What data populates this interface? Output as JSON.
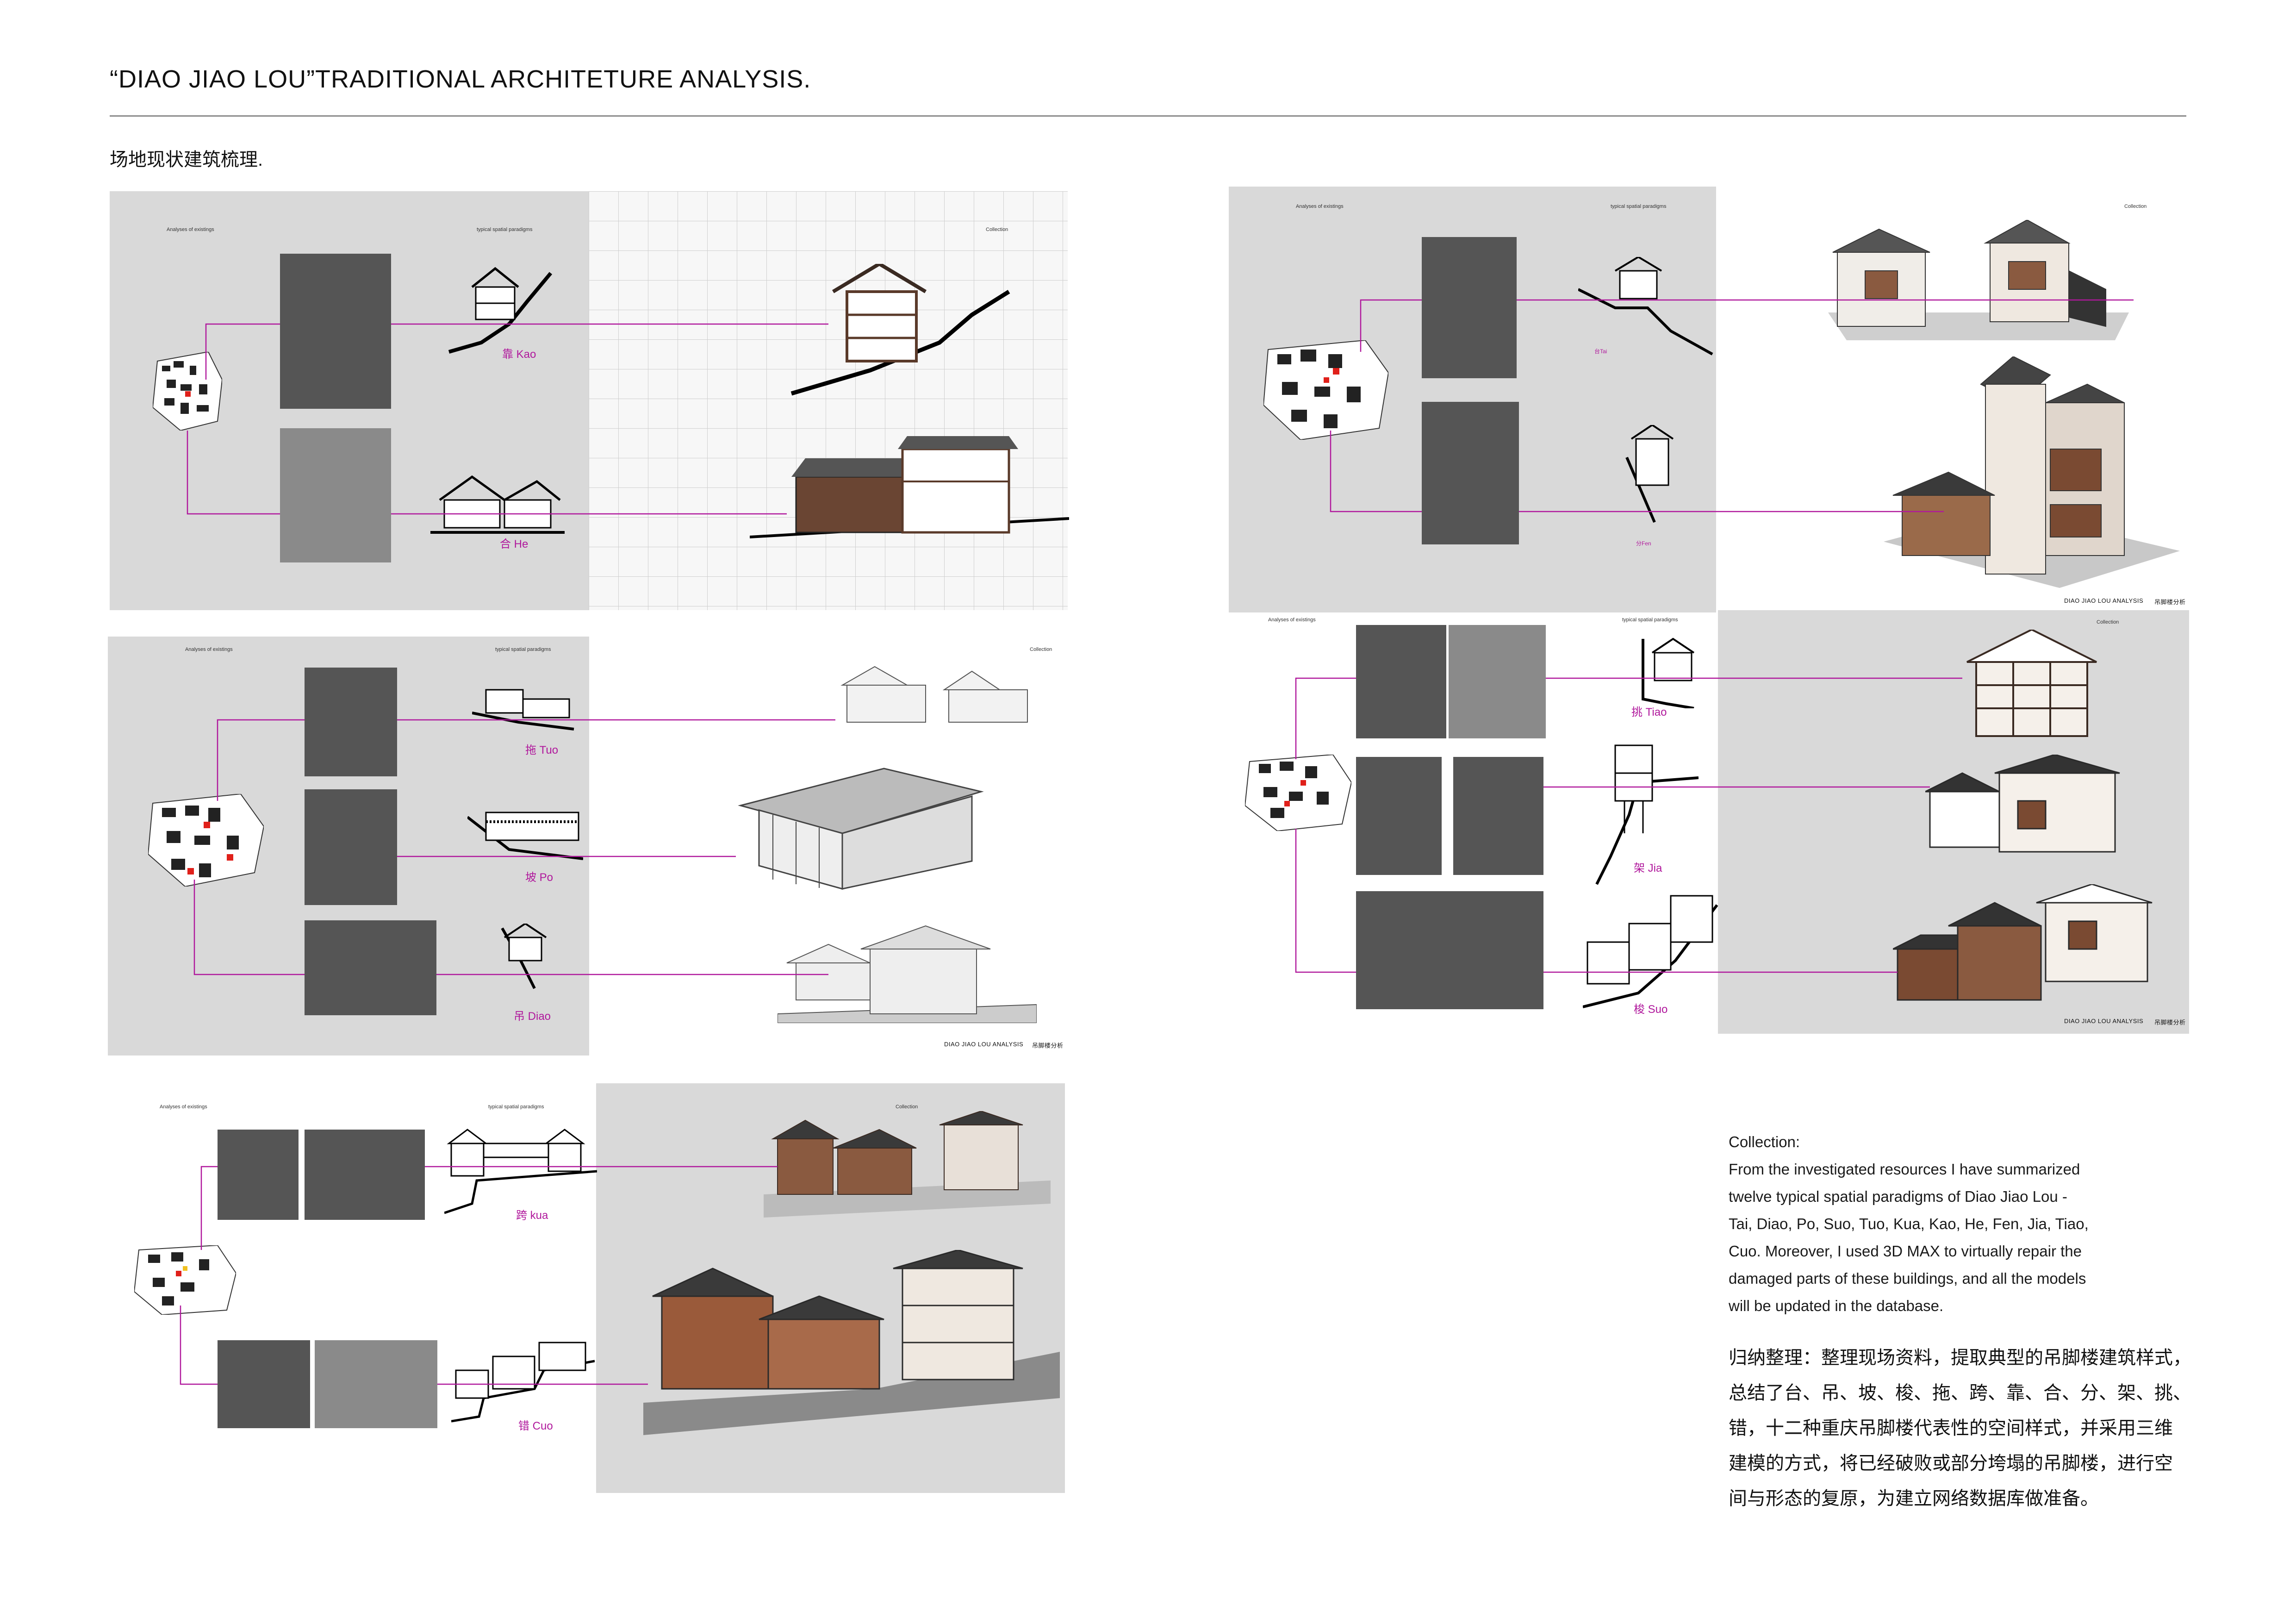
{
  "page": {
    "title": "“DIAO JIAO LOU”TRADITIONAL ARCHITETURE ANALYSIS.",
    "subtitle": "场地现状建筑梳理."
  },
  "panel_labels": {
    "analyses": "Analyses of existings",
    "paradigms": "typical spatial paradigms",
    "collection": "Collection",
    "footer_en": "DIAO JIAO LOU ANALYSIS",
    "footer_cn": "吊脚楼分析"
  },
  "paradigms": {
    "kao": "靠 Kao",
    "he": "合 He",
    "tuo": "拖 Tuo",
    "po": "坡 Po",
    "diao": "吊 Diao",
    "tai": "台Tai",
    "fen": "分Fen",
    "tiao": "挑 Tiao",
    "jia": "架 Jia",
    "suo": "梭 Suo",
    "kua": "跨 kua",
    "cuo": "错 Cuo"
  },
  "collection_text": {
    "heading": "Collection:",
    "lines": [
      "From the investigated resources I have summarized",
      "twelve typical spatial paradigms of Diao Jiao Lou -",
      "Tai, Diao, Po, Suo, Tuo, Kua, Kao, He, Fen, Jia, Tiao,",
      "Cuo. Moreover, I used 3D MAX to virtually repair the",
      "damaged parts of these buildings, and all the models",
      "will be updated in the database."
    ]
  },
  "chinese_text": {
    "lines": [
      "归纳整理：整理现场资料，提取典型的吊脚楼建筑样式，",
      "总结了台、吊、坡、梭、拖、跨、靠、合、分、架、挑、",
      "错，十二种重庆吊脚楼代表性的空间样式，并采用三维",
      "建模的方式，将已经破败或部分垮塌的吊脚楼，进行空",
      "间与形态的复原，为建立网络数据库做准备。"
    ]
  },
  "colors": {
    "accent_magenta": "#b0189c",
    "panel_grey": "#d9d9d9",
    "rule_grey": "#8a8a8a",
    "timber_brown": "#7a4a32",
    "roof_dark": "#3a3a3a"
  }
}
